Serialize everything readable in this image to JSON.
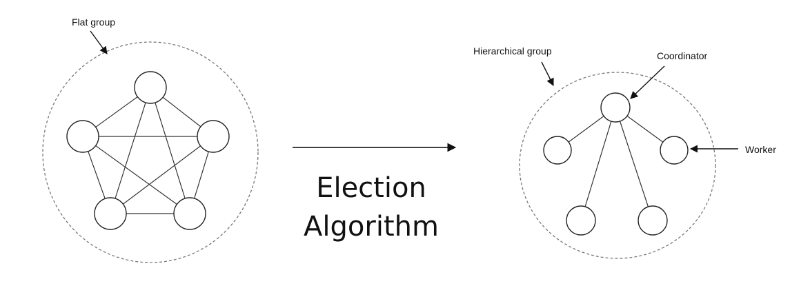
{
  "flat_group": {
    "label": "Flat group"
  },
  "hierarchical_group": {
    "label": "Hierarchical group",
    "coordinator_label": "Coordinator",
    "worker_label": "Worker"
  },
  "transition": {
    "line1": "Election",
    "line2": "Algorithm"
  },
  "colors": {
    "stroke": "#222222",
    "boundary": "#777777",
    "background": "#ffffff"
  }
}
